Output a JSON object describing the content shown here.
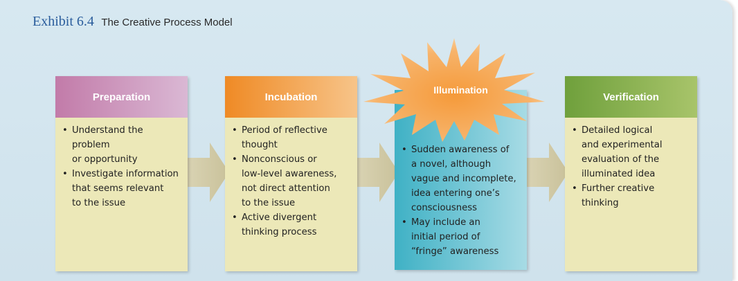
{
  "exhibit": {
    "number": "Exhibit 6.4",
    "title": "The Creative Process Model"
  },
  "stages": [
    {
      "label": "Preparation",
      "color": "#c27ba9",
      "bullets": [
        "Understand the problem or opportunity",
        "Investigate information that seems relevant to the issue"
      ]
    },
    {
      "label": "Incubation",
      "color": "#ef8a25",
      "bullets": [
        "Period of reflective thought",
        "Nonconscious or low-level awareness, not direct attention to the issue",
        "Active divergent thinking process"
      ]
    },
    {
      "label": "Illumination",
      "color": "#f6a14a",
      "bullets": [
        "Sudden awareness of a novel, although vague and incomplete, idea entering one’s consciousness",
        "May include an initial period of “fringe” awareness"
      ]
    },
    {
      "label": "Verification",
      "color": "#6fa03c",
      "bullets": [
        "Detailed logical and experimental evaluation of the illuminated idea",
        "Further creative thinking"
      ]
    }
  ],
  "lines": {
    "s1": [
      [
        "Understand the problem",
        "or opportunity"
      ],
      [
        "Investigate information",
        "that seems relevant",
        "to the issue"
      ]
    ],
    "s2": [
      [
        "Period of reflective",
        "thought"
      ],
      [
        "Nonconscious or",
        "low-level awareness,",
        "not direct attention",
        "to the issue"
      ],
      [
        "Active divergent",
        "thinking process"
      ]
    ],
    "s3": [
      [
        "Sudden awareness of",
        "a novel, although",
        "vague and incomplete,",
        "idea entering one’s",
        "consciousness"
      ],
      [
        "May include an",
        "initial period of",
        "“fringe” awareness"
      ]
    ],
    "s4": [
      [
        "Detailed logical",
        "and experimental",
        "evaluation of the",
        "illuminated idea"
      ],
      [
        "Further creative",
        "thinking"
      ]
    ]
  }
}
